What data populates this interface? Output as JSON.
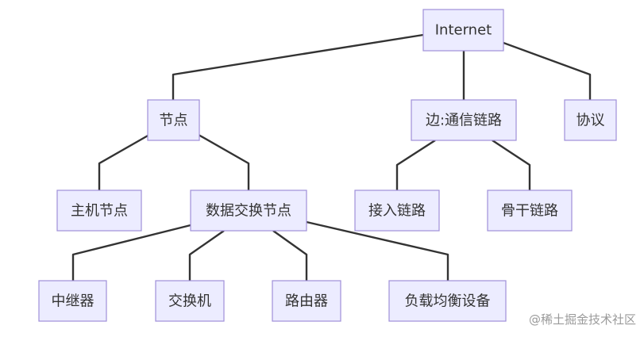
{
  "nodes": {
    "internet": "Internet",
    "node": "节点",
    "edge_link": "边:通信链路",
    "protocol": "协议",
    "host_node": "主机节点",
    "data_switch_node": "数据交换节点",
    "access_link": "接入链路",
    "backbone_link": "骨干链路",
    "repeater": "中继器",
    "switch": "交换机",
    "router": "路由器",
    "load_balancer": "负载均衡设备"
  },
  "colors": {
    "node_fill": "#ececff",
    "node_stroke": "#9f8fd8",
    "edge": "#333333",
    "text": "#333333",
    "watermark": "#9a9a9a"
  },
  "watermark": "@稀土掘金技术社区"
}
